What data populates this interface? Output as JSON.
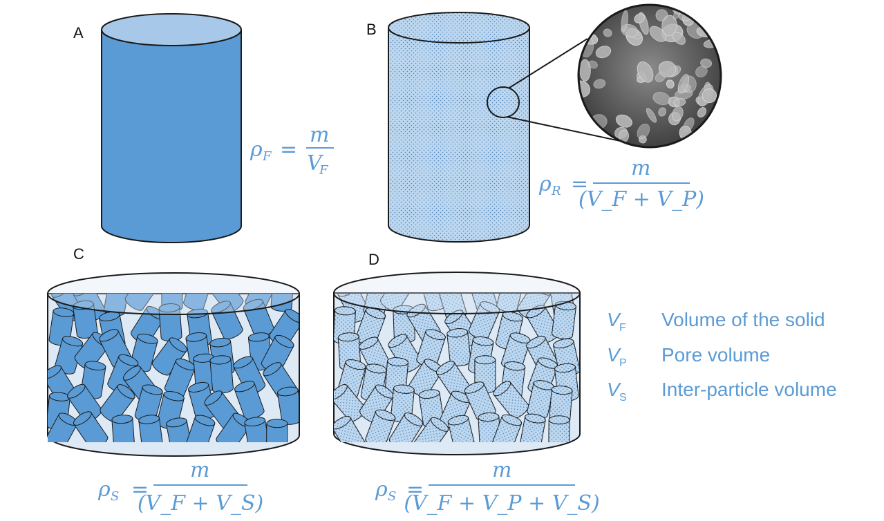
{
  "panels": [
    {
      "letter": "A",
      "formula": {
        "lhs": "ρ",
        "lhs_sub": "F",
        "eq": "=",
        "numerator": "m",
        "denominator": "V",
        "den_sub": "F"
      }
    },
    {
      "letter": "B",
      "formula": {
        "lhs": "ρ",
        "lhs_sub": "R",
        "eq": "=",
        "numerator": "m",
        "denominator": "(V_F + V_P)"
      }
    },
    {
      "letter": "C",
      "formula": {
        "lhs": "ρ",
        "lhs_sub": "S",
        "eq": "=",
        "numerator": "m",
        "denominator": "(V_F + V_S)"
      }
    },
    {
      "letter": "D",
      "formula": {
        "lhs": "ρ",
        "lhs_sub": "S",
        "eq": "=",
        "numerator": "m",
        "denominator": "(V_F + V_P + V_S)"
      }
    }
  ],
  "legend": [
    {
      "symbol": "V",
      "sub": "F",
      "text": "Volume of the solid"
    },
    {
      "symbol": "V",
      "sub": "P",
      "text": "Pore volume"
    },
    {
      "symbol": "V",
      "sub": "S",
      "text": "Inter-particle volume"
    }
  ],
  "colors": {
    "solid": "#5b9bd5",
    "porous": "#bcd7ef",
    "container": "#dde9f5",
    "accent": "#5b9bd5"
  }
}
